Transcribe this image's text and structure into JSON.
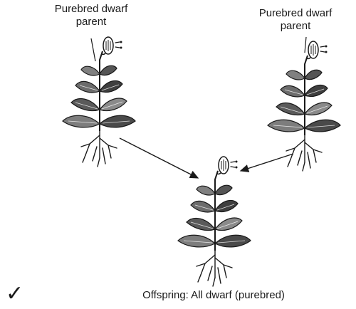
{
  "labels": {
    "parent_left_line1": "Purebred dwarf",
    "parent_left_line2": "parent",
    "parent_right_line1": "Purebred dwarf",
    "parent_right_line2": "parent",
    "offspring": "Offspring: All dwarf (purebred)",
    "checkmark": "✓"
  },
  "icons": {
    "checkmark": "checkmark-icon",
    "plant": "dwarf-pea-plant-icon",
    "arrow": "arrow-icon"
  }
}
